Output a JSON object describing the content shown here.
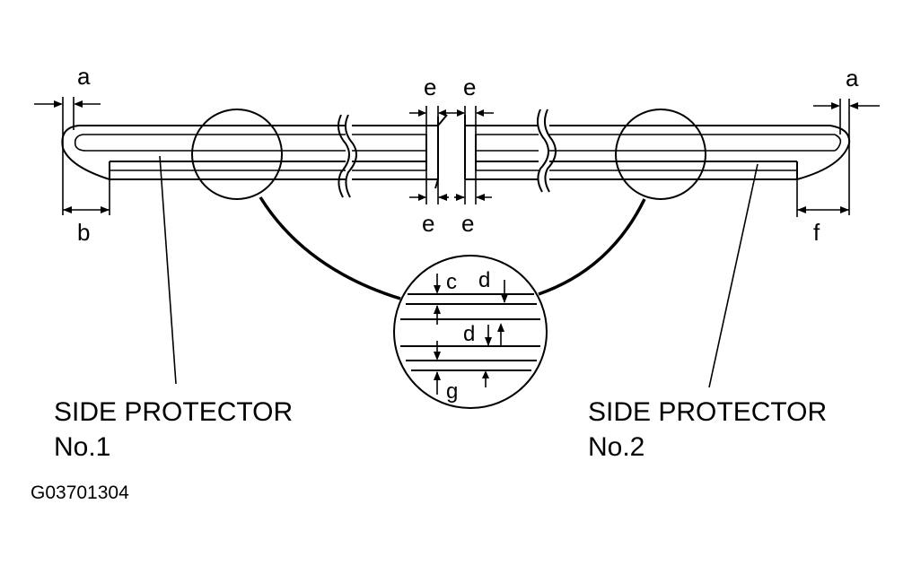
{
  "labels": {
    "a_left": "a",
    "a_right": "a",
    "b": "b",
    "f": "f",
    "e_top_left": "e",
    "e_top_right": "e",
    "e_bottom_left": "e",
    "e_bottom_right": "e",
    "c": "c",
    "d_top": "d",
    "d_mid": "d",
    "g": "g"
  },
  "captions": {
    "left_line1": "SIDE PROTECTOR",
    "left_line2": "No.1",
    "right_line1": "SIDE PROTECTOR",
    "right_line2": "No.2"
  },
  "figure_code": "G03701304"
}
